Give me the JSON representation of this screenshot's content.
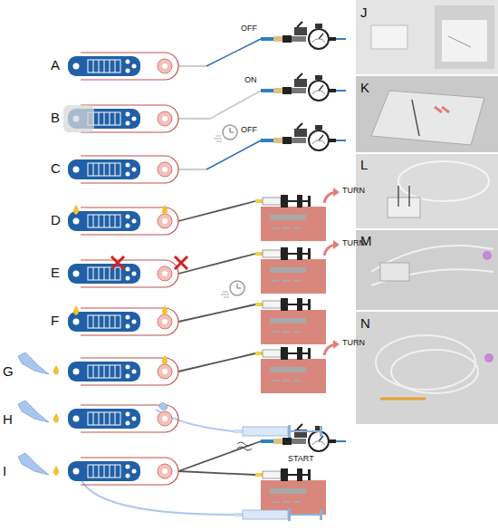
{
  "diagram": {
    "labels": [
      "A",
      "OFF",
      "B",
      "ON",
      "C",
      "OFF",
      "D",
      "TURN",
      "E",
      "TURN",
      "F",
      "G",
      "TURN",
      "H",
      "I",
      "START",
      "J",
      "K",
      "L",
      "M",
      "N"
    ]
  }
}
